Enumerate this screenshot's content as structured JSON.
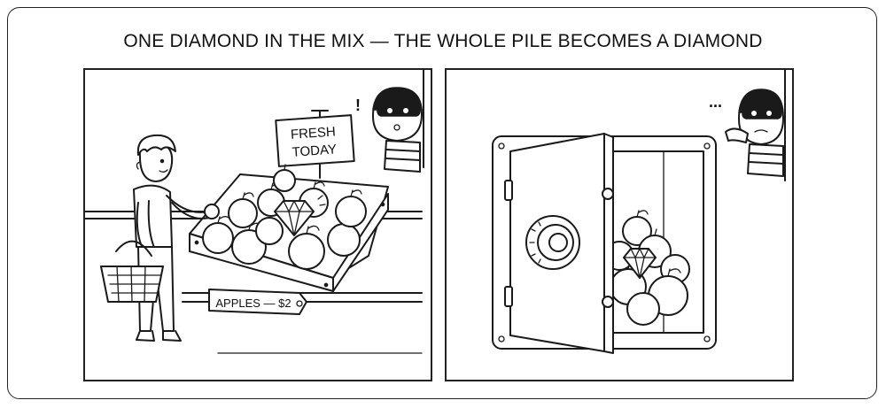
{
  "title": "ONE DIAMOND IN THE MIX — THE WHOLE PILE BECOMES A DIAMOND",
  "left_panel": {
    "sign_line1": "FRESH",
    "sign_line2": "TODAY",
    "price_tag": "APPLES — $2",
    "thief_mark": "!"
  },
  "right_panel": {
    "thief_mark": "..."
  }
}
